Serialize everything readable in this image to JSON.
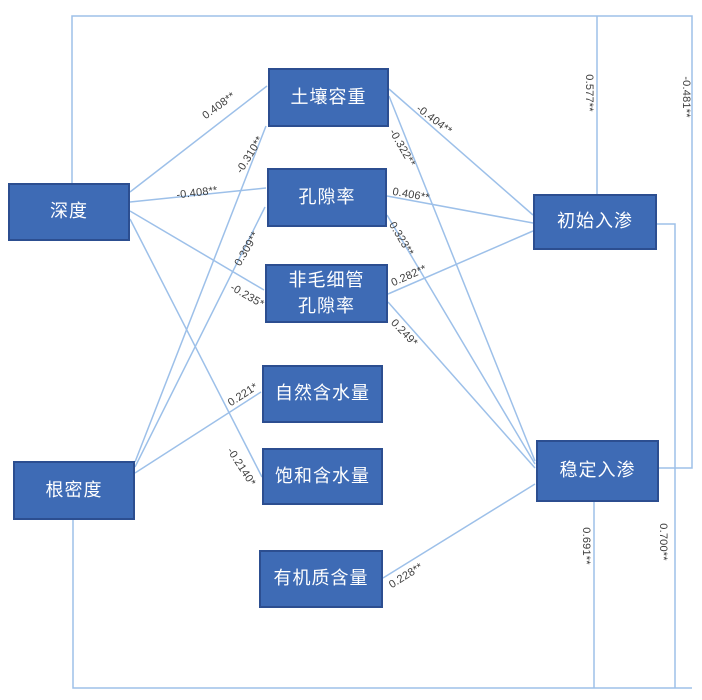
{
  "diagram": {
    "title_hint": "correlation path diagram of soil properties and infiltration",
    "colors": {
      "node_fill": "#3E6BB5",
      "node_border": "#2C4E90",
      "node_text": "#FFFFFF",
      "connector": "#9DC0E9",
      "edge_label_text": "#3D3D3D",
      "background": "#FFFFFF"
    },
    "nodes": [
      {
        "id": "depth",
        "label": "深度"
      },
      {
        "id": "root-density",
        "label": "根密度"
      },
      {
        "id": "soil-bulk-density",
        "label": "土壤容重"
      },
      {
        "id": "porosity",
        "label": "孔隙率"
      },
      {
        "id": "non-capillary-porosity",
        "label": "非毛细管孔隙率"
      },
      {
        "id": "natural-water-content",
        "label": "自然含水量"
      },
      {
        "id": "saturated-water-content",
        "label": "饱和含水量"
      },
      {
        "id": "organic-matter-content",
        "label": "有机质含量"
      },
      {
        "id": "initial-infiltration",
        "label": "初始入渗"
      },
      {
        "id": "stable-infiltration",
        "label": "稳定入渗"
      }
    ],
    "edges": [
      {
        "from": "深度",
        "to": "土壤容重",
        "value": "0.408**"
      },
      {
        "from": "根密度",
        "to": "土壤容重",
        "value": "-0.310**"
      },
      {
        "from": "深度",
        "to": "孔隙率",
        "value": "-0.408**"
      },
      {
        "from": "根密度",
        "to": "孔隙率",
        "value": "0.309**"
      },
      {
        "from": "深度",
        "to": "非毛细管孔隙率",
        "value": "-0.235*"
      },
      {
        "from": "根密度",
        "to": "自然含水量",
        "value": "0.221*"
      },
      {
        "from": "深度",
        "to": "饱和含水量",
        "value": "-0.2140*"
      },
      {
        "from": "土壤容重",
        "to": "初始入渗",
        "value": "-0.404**"
      },
      {
        "from": "土壤容重",
        "to": "稳定入渗",
        "value": "-0.322**"
      },
      {
        "from": "孔隙率",
        "to": "初始入渗",
        "value": "0.406**"
      },
      {
        "from": "孔隙率",
        "to": "稳定入渗",
        "value": "0.323**"
      },
      {
        "from": "非毛细管孔隙率",
        "to": "初始入渗",
        "value": "0.282**"
      },
      {
        "from": "非毛细管孔隙率",
        "to": "稳定入渗",
        "value": "0.249*"
      },
      {
        "from": "有机质含量",
        "to": "稳定入渗",
        "value": "0.228**"
      },
      {
        "from": "深度",
        "to": "初始入渗",
        "value": "0.577**"
      },
      {
        "from": "深度",
        "to": "稳定入渗",
        "value": "-0.481**"
      },
      {
        "from": "根密度",
        "to": "稳定入渗",
        "value": "0.691**"
      },
      {
        "from": "根密度",
        "to": "初始入渗",
        "value": "0.700**"
      }
    ]
  }
}
